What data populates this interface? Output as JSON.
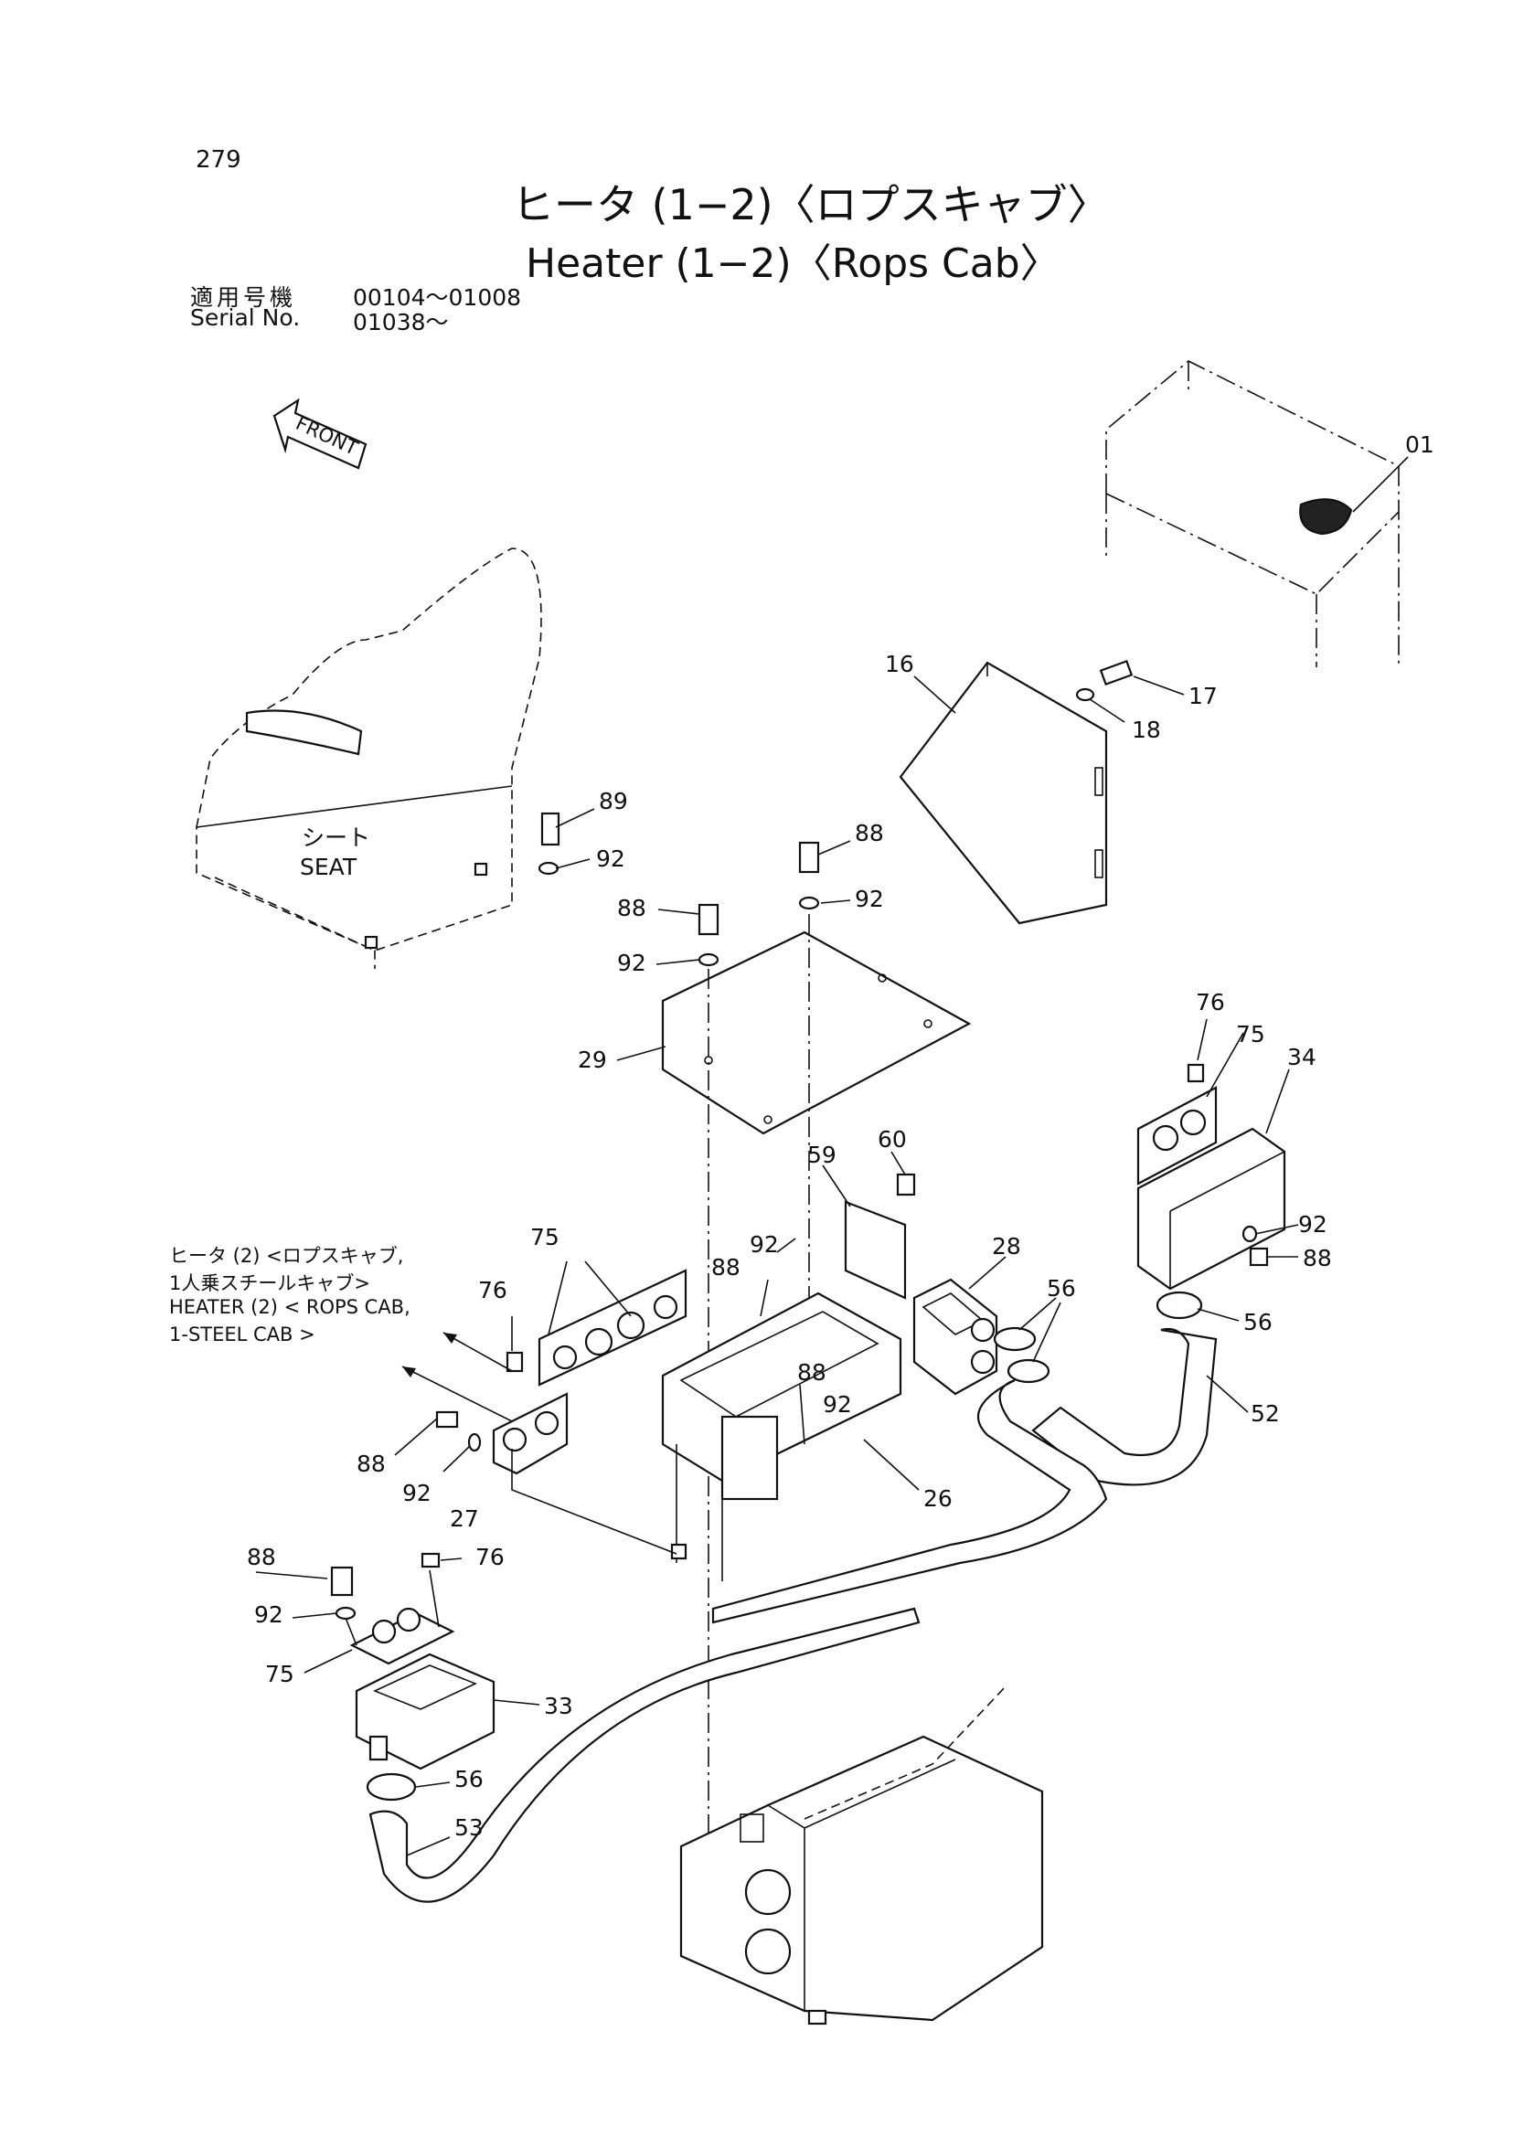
{
  "page_number": "279",
  "title_jp": "ヒータ (1−2)〈ロプスキャブ〉",
  "title_en": "Heater (1−2)〈Rops Cab〉",
  "serial": {
    "label_jp": "適用号機",
    "label_en": "Serial No.",
    "range1": "00104～01008",
    "range2": "01038～"
  },
  "front_arrow": "FRONT",
  "seat": {
    "jp": "シート",
    "en": "SEAT"
  },
  "ref_note": {
    "jp1": "ヒータ (2) <ロプスキャブ,",
    "jp2": "1人乗スチールキャブ>",
    "en1": "HEATER (2) < ROPS CAB,",
    "en2": "1-STEEL CAB >"
  },
  "callouts": {
    "c01": "01",
    "c16": "16",
    "c17": "17",
    "c18": "18",
    "c89": "89",
    "c92_seat": "92",
    "c88_top": "88",
    "c92_top": "92",
    "c88_left": "88",
    "c92_left": "92",
    "c29": "29",
    "c76_r": "76",
    "c75_r": "75",
    "c34": "34",
    "c60": "60",
    "c59": "59",
    "c92_r": "92",
    "c88_r": "88",
    "c28": "28",
    "c56_a": "56",
    "c56_b": "56",
    "c52": "52",
    "c75_m": "75",
    "c76_m": "76",
    "c88_m": "88",
    "c92_m": "92",
    "c88_c": "88",
    "c92_c": "92",
    "c26": "26",
    "c88_l": "88",
    "c92_l": "92",
    "c27": "27",
    "c88_bl": "88",
    "c76_bl": "76",
    "c92_bl": "92",
    "c75_bl": "75",
    "c33": "33",
    "c56_bl": "56",
    "c53": "53"
  }
}
